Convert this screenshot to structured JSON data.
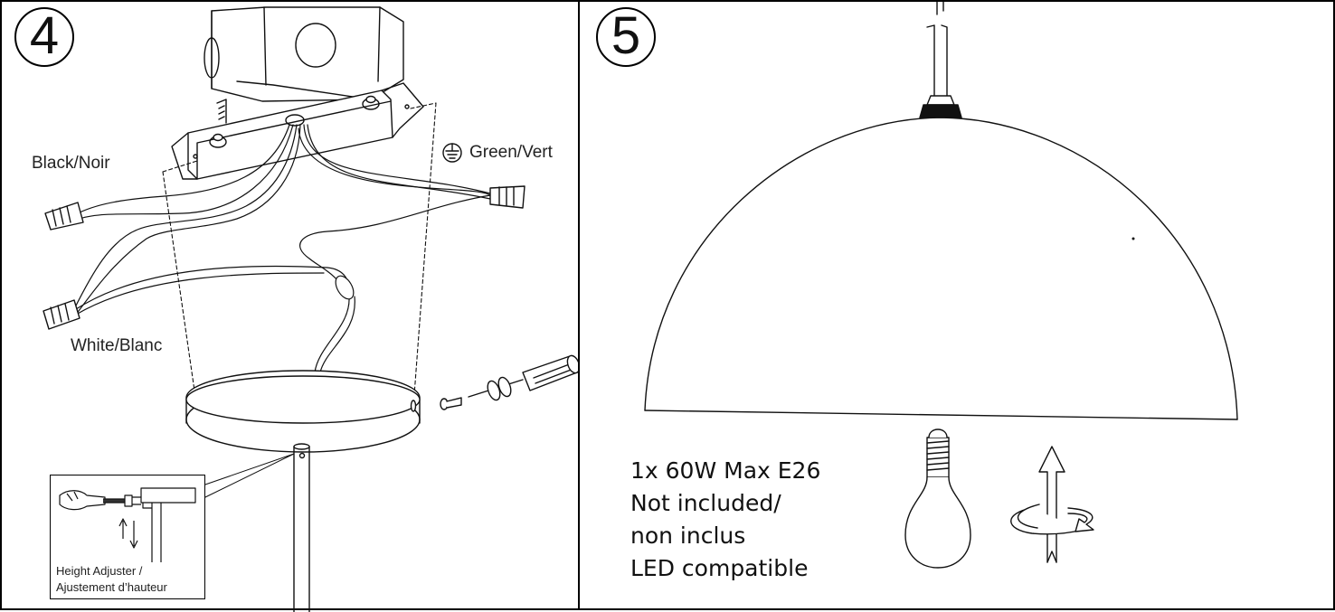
{
  "step4": {
    "number": "4",
    "labels": {
      "black": "Black/Noir",
      "green": "Green/Vert",
      "white": "White/Blanc"
    },
    "inset": {
      "caption_line1": "Height Adjuster /",
      "caption_line2": "Ajustement d’hauteur"
    },
    "icons": [
      "ground-symbol-icon",
      "screwdriver-icon",
      "screw-icon",
      "wire-nut-icon",
      "hand-icon"
    ]
  },
  "step5": {
    "number": "5",
    "spec_lines": [
      "1x 60W Max E26",
      "Not included/",
      "non inclus",
      "LED compatible"
    ],
    "icons": [
      "light-bulb-icon",
      "rotate-arrow-icon"
    ]
  }
}
